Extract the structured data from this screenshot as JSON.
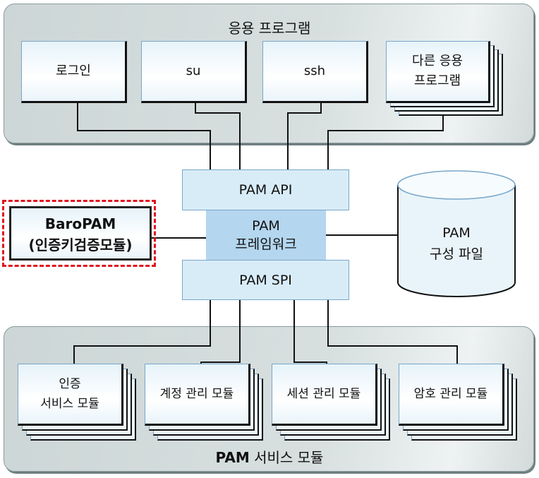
{
  "applications": {
    "title": "응용 프로그램",
    "items": [
      "로그인",
      "su",
      "ssh",
      "다른 응용\n프로그램"
    ]
  },
  "pam": {
    "api": "PAM API",
    "framework": "PAM\n프레임워크",
    "spi": "PAM SPI",
    "config": "PAM\n구성 파일"
  },
  "baropam": {
    "line1": "BaroPAM",
    "line2": "(인증키검증모듈)",
    "highlight_color": "#e0141e"
  },
  "services": {
    "title_bold": "PAM",
    "title_rest": " 서비스 모듈",
    "items": [
      "인증\n서비스 모듈",
      "계정 관리 모듈",
      "세션 관리 모듈",
      "암호 관리 모듈"
    ]
  }
}
